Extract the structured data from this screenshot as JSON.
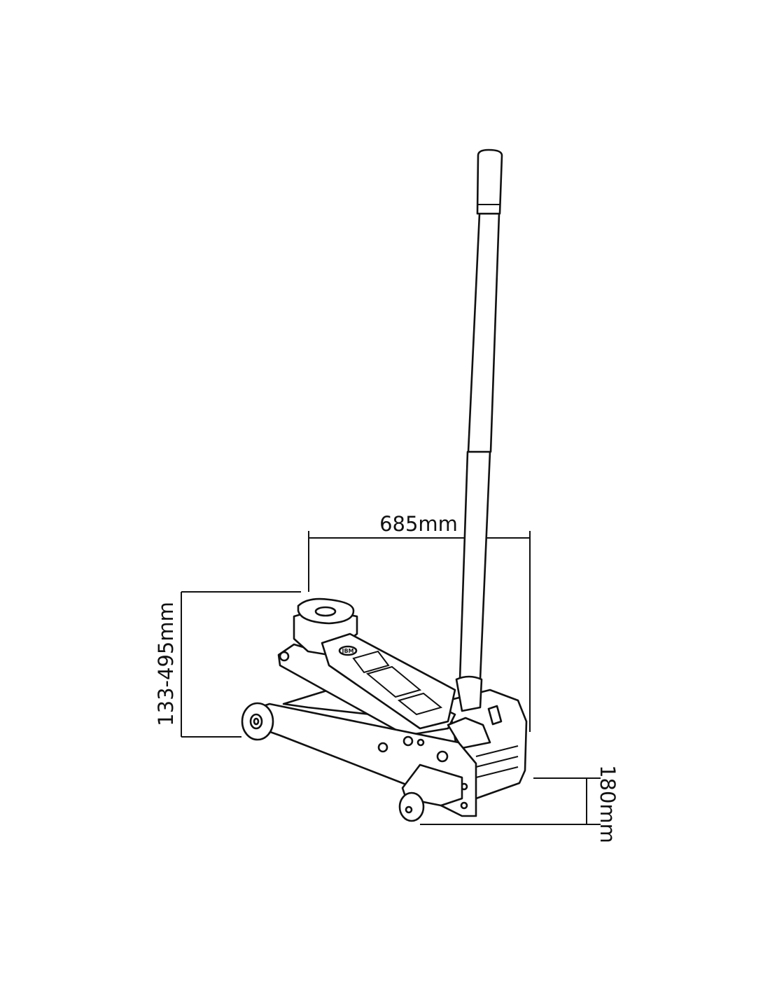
{
  "dimensions": {
    "length": "685mm",
    "lift_range": "133-495mm",
    "handle_height": "180mm"
  },
  "logo": "JBM",
  "colors": {
    "line": "#111111",
    "background": "#ffffff"
  }
}
